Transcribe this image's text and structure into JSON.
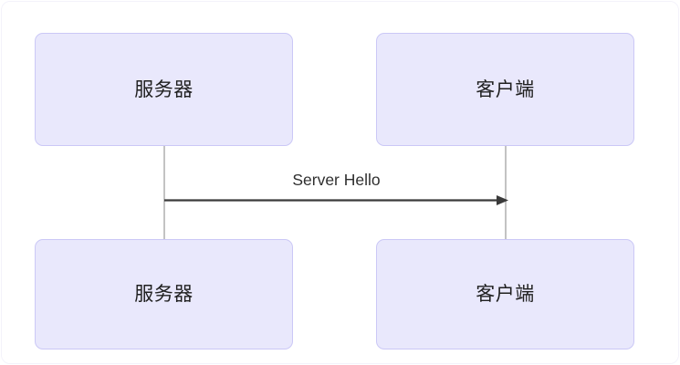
{
  "diagram": {
    "type": "sequence-diagram",
    "background_color": "#ffffff",
    "participants": [
      {
        "id": "server-top",
        "label": "服务器",
        "column": "left",
        "row": "top"
      },
      {
        "id": "client-top",
        "label": "客户端",
        "column": "right",
        "row": "top"
      },
      {
        "id": "server-bottom",
        "label": "服务器",
        "column": "left",
        "row": "bottom"
      },
      {
        "id": "client-bottom",
        "label": "客户端",
        "column": "right",
        "row": "bottom"
      }
    ],
    "messages": [
      {
        "id": "server-hello",
        "label": "Server Hello",
        "from": "server",
        "to": "client",
        "direction": "right",
        "arrow_style": "solid-filled-head"
      }
    ],
    "lifelines": [
      {
        "id": "lifeline-server",
        "column": "left"
      },
      {
        "id": "lifeline-client",
        "column": "right"
      }
    ],
    "colors": {
      "box_fill": "#e9e8fc",
      "box_border": "#cbc8f6",
      "box_text": "#1f1f1f",
      "lifeline": "#c3c3c3",
      "arrow": "#3a3a3a",
      "message_text": "#2f2f2f"
    }
  }
}
